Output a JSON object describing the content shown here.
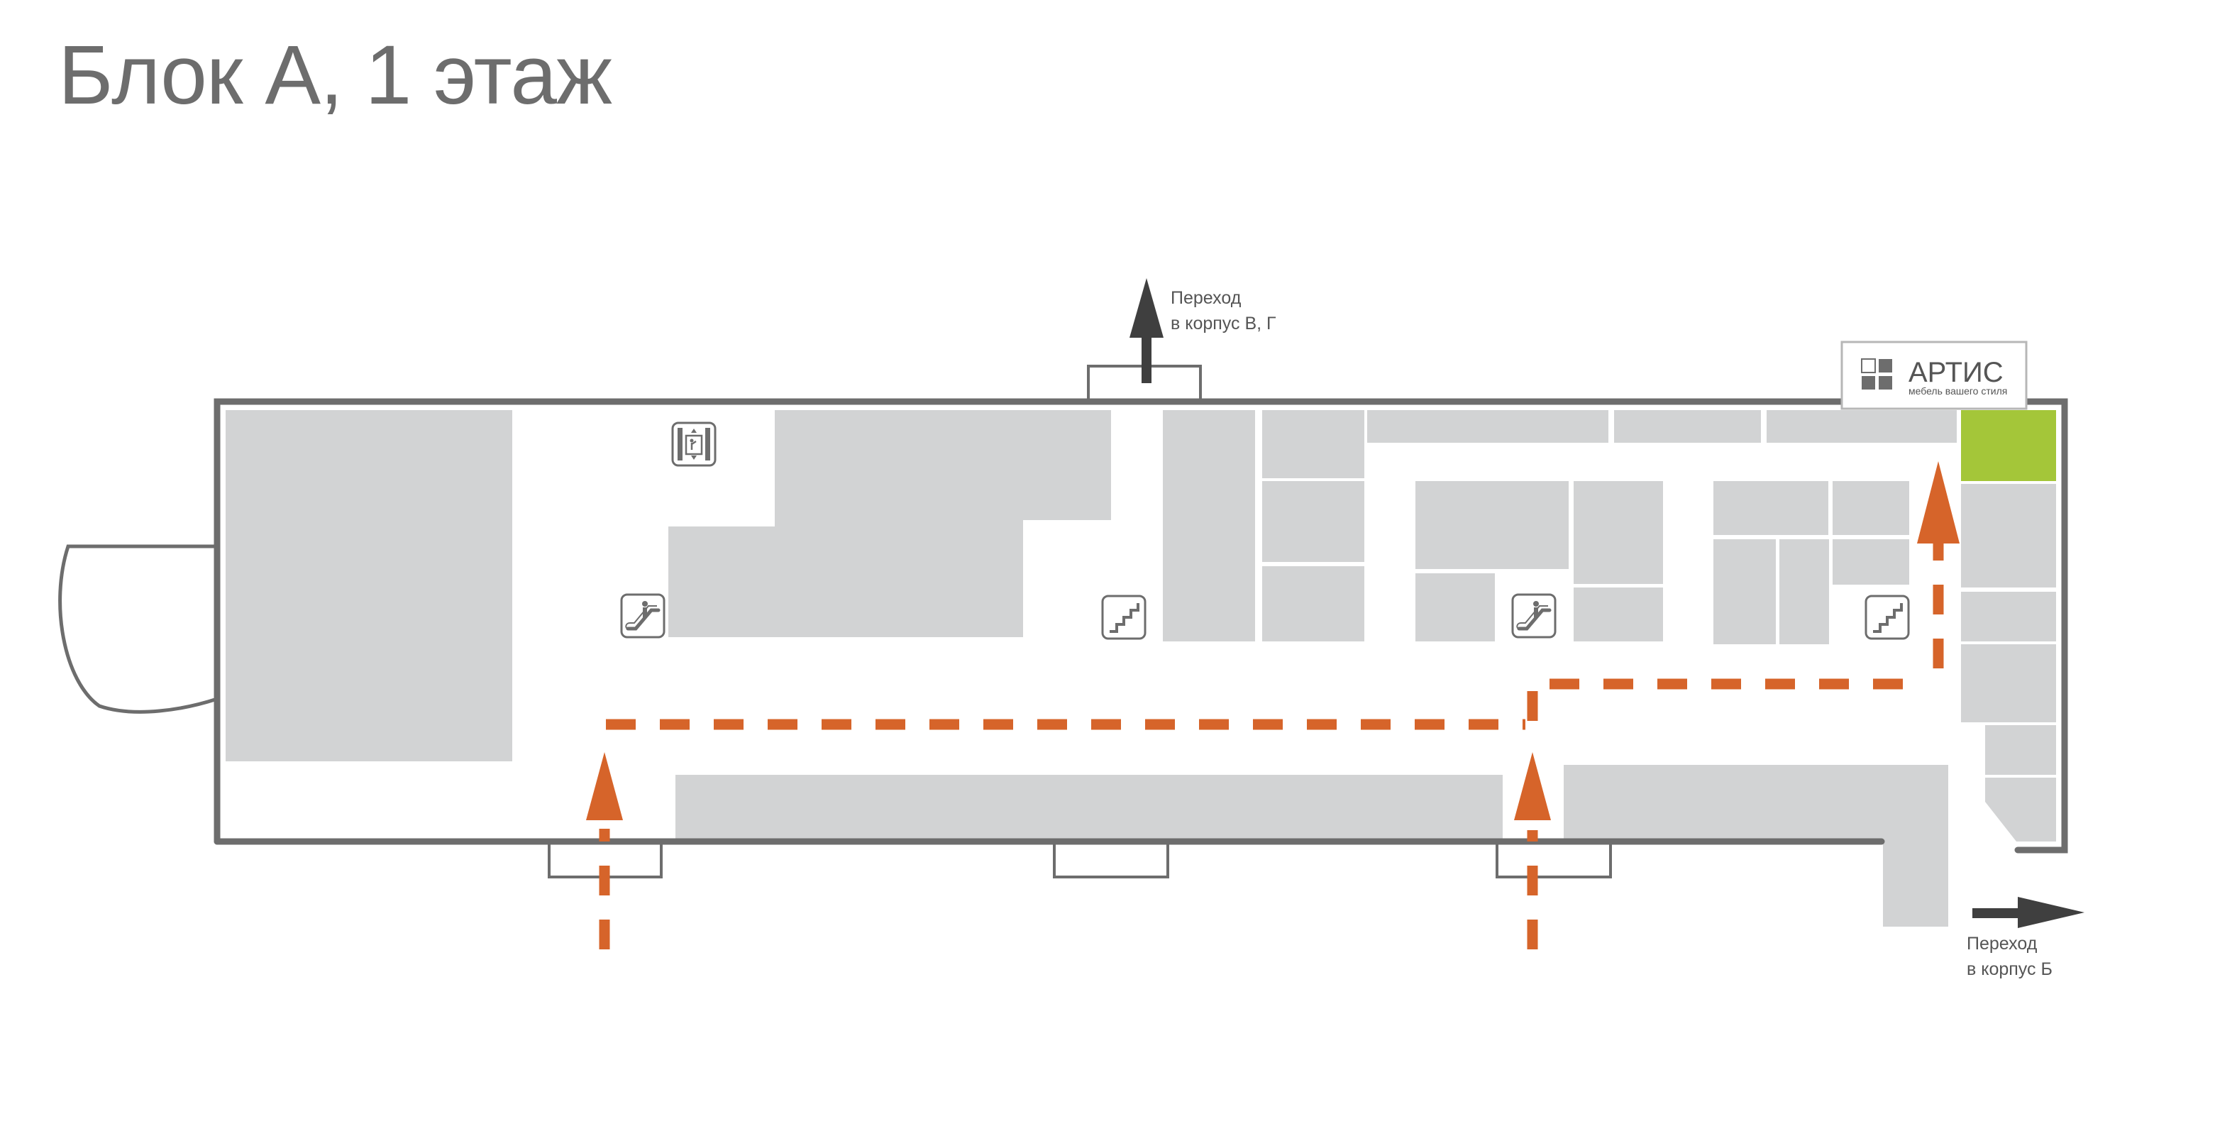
{
  "page": {
    "title": "Блок А, 1 этаж"
  },
  "transitions": {
    "top": {
      "line1": "Переход",
      "line2": "в корпус В, Г",
      "icon": "arrow-up-icon"
    },
    "right": {
      "line1": "Переход",
      "line2": "в корпус Б",
      "icon": "arrow-right-icon"
    }
  },
  "store": {
    "name": "АРТИС",
    "tagline": "мебель вашего стиля",
    "highlight_color": "#a4c639",
    "icon": "artis-logo-icon"
  },
  "legend_icons": [
    "elevator-icon",
    "escalator-icon",
    "stairs-icon"
  ],
  "colors": {
    "wall": "#6d6d6d",
    "room": "#d2d3d4",
    "route": "#d6642a",
    "arrow_dark": "#3f3f3f"
  }
}
